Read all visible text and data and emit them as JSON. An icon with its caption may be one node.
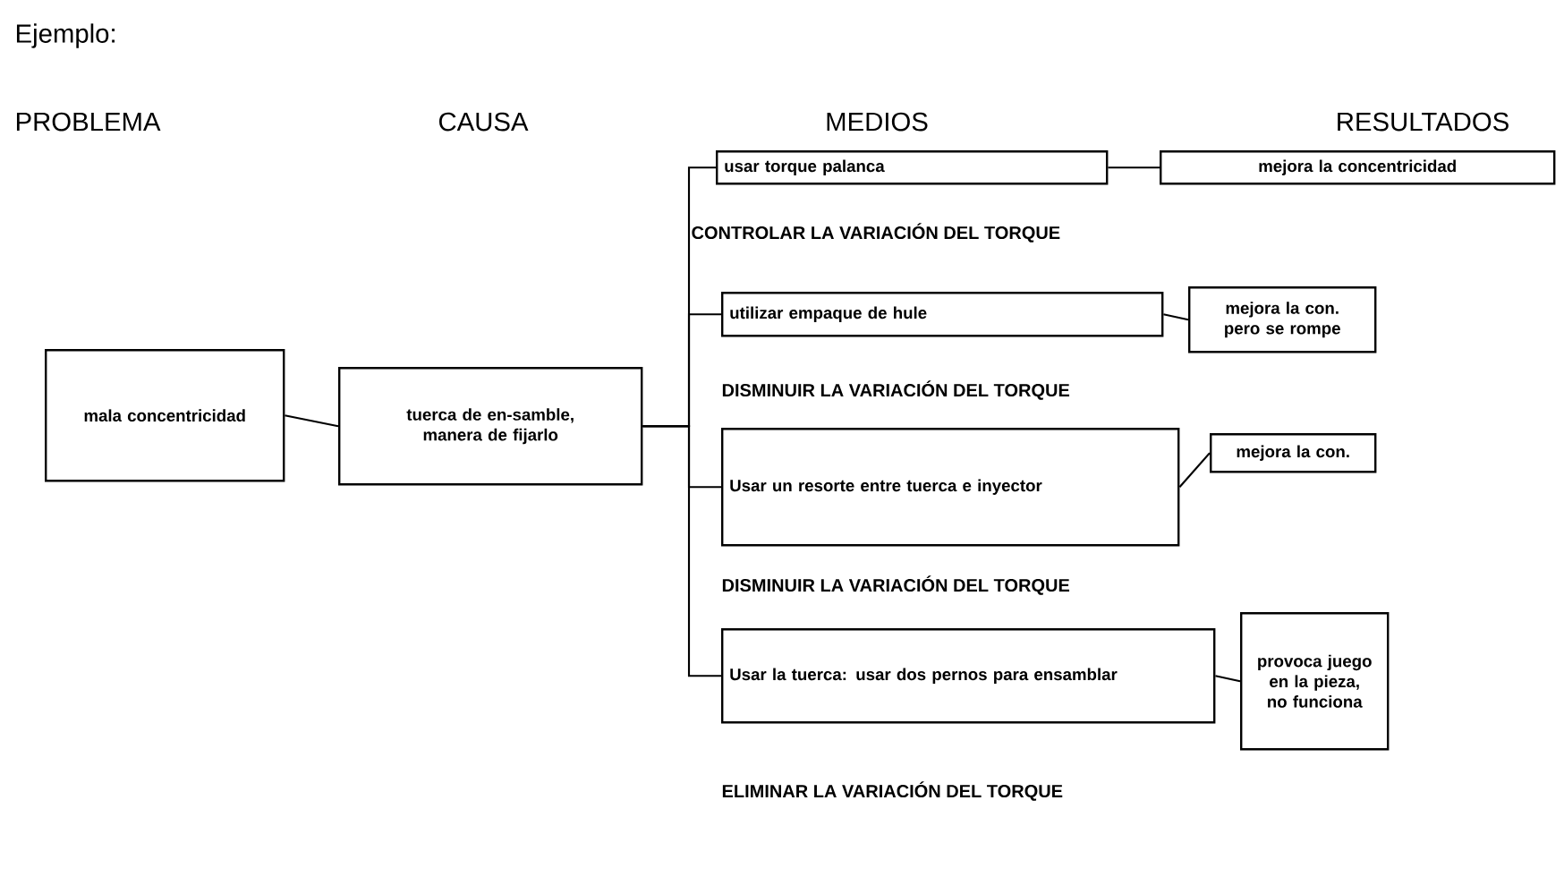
{
  "diagram": {
    "title": "Ejemplo:",
    "nodes": [
      {
        "text": [
          "mala concentricidad"
        ]
      },
      {
        "text": [
          "tuerca de en-samble, manera de fijarlo"
        ]
      },
      {
        "text": [
          "usar torque palanca"
        ]
      },
      {
        "text": [
          "mejora la concentricidad"
        ]
      },
      {
        "text": [
          "utilizar empaque de hule"
        ]
      },
      {
        "text": [
          "mejora la con. pero se rompe"
        ]
      },
      {
        "text": [
          "Usar un resorte entre tuerca e inyector"
        ]
      },
      {
        "text": [
          "mejora la con."
        ]
      },
      {
        "text": [
          "Usar la tuerca: usar dos pernos para ensamblar"
        ]
      },
      {
        "text": [
          "provoca juego en la pieza, no funciona"
        ]
      }
    ],
    "edges": [
      {
        "from": 0,
        "to": 1,
        "arrow": "none"
      },
      {
        "from": 1,
        "to": 2,
        "arrow": "none"
      },
      {
        "from": 1,
        "to": 4,
        "arrow": "none"
      },
      {
        "from": 1,
        "to": 6,
        "arrow": "none"
      },
      {
        "from": 1,
        "to": 8,
        "arrow": "none"
      },
      {
        "from": 2,
        "to": 3,
        "arrow": "none"
      },
      {
        "from": 4,
        "to": 5,
        "arrow": "none"
      },
      {
        "from": 6,
        "to": 7,
        "arrow": "none"
      },
      {
        "from": 8,
        "to": 9,
        "arrow": "none"
      }
    ],
    "labels": [
      "PROBLEMA",
      "CAUSA",
      "MEDIOS",
      "RESULTADOS",
      "CONTROLAR LA VARIACIÓN DEL TORQUE",
      "DISMINUIR LA VARIACIÓN DEL TORQUE",
      "DISMINUIR LA VARIACIÓN DEL TORQUE",
      "ELIMINAR LA VARIACIÓN DEL TORQUE"
    ]
  }
}
